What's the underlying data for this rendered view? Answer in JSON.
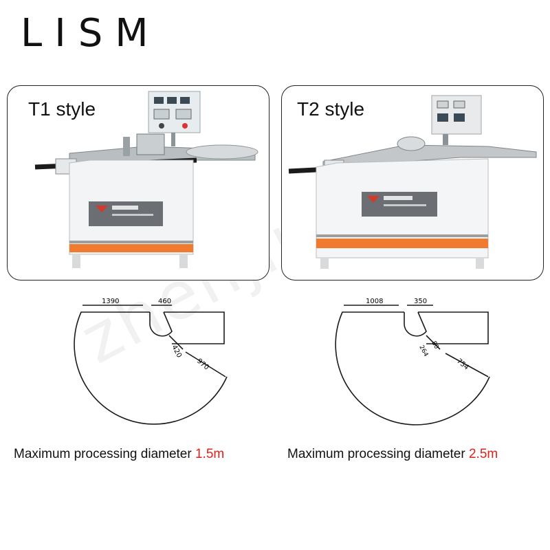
{
  "brand": "LISM",
  "watermark": "zhenjingkeji",
  "accent_color": "#e0201b",
  "panels": [
    {
      "style_label": "T1 style",
      "dimensions": [
        "1390",
        "460",
        "420",
        "970"
      ],
      "caption_prefix": "Maximum processing diameter",
      "caption_value": "1.5m"
    },
    {
      "style_label": "T2 style",
      "dimensions": [
        "1008",
        "350",
        "264",
        "80",
        "754"
      ],
      "caption_prefix": "Maximum processing diameter",
      "caption_value": "2.5m"
    }
  ]
}
